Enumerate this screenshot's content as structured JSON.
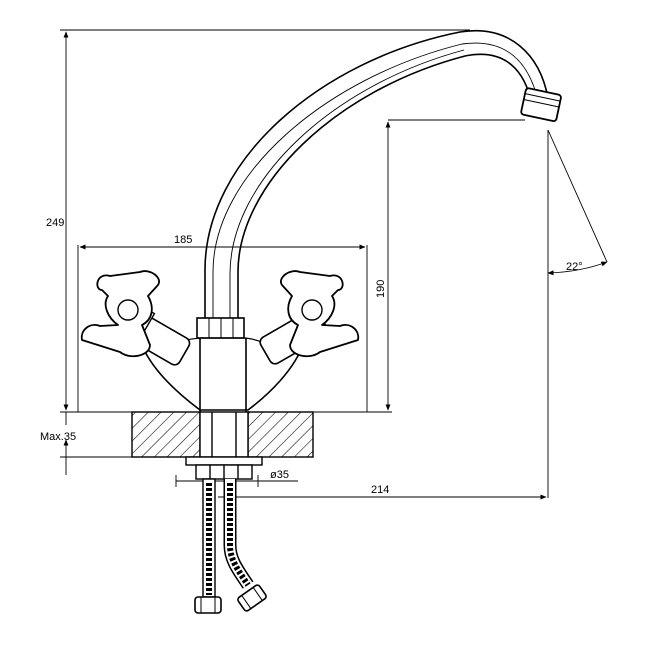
{
  "dimensions": {
    "total_height": "249",
    "spread": "185",
    "spout_height": "190",
    "spout_reach": "214",
    "deck_thickness": "Max.35",
    "hole_diameter": "ø35",
    "spout_angle": "22°"
  },
  "colors": {
    "line": "#000000",
    "background": "#ffffff"
  }
}
